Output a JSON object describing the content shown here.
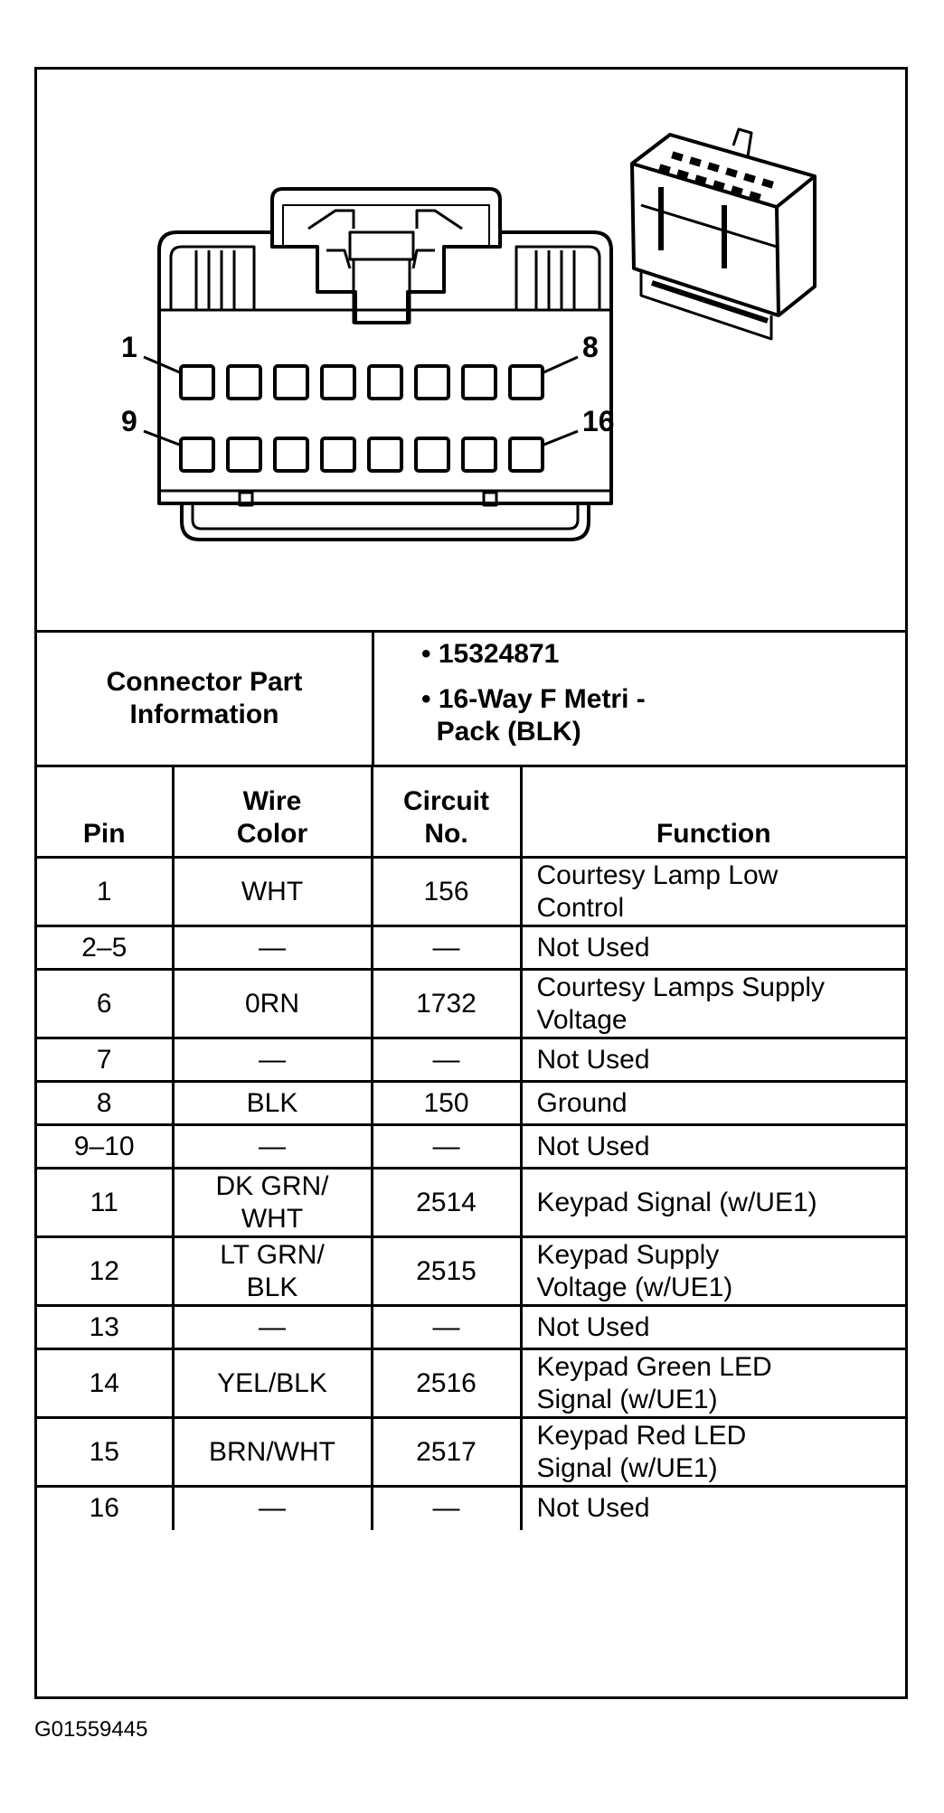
{
  "diagram": {
    "pin_labels": [
      "1",
      "8",
      "9",
      "16"
    ]
  },
  "part_info": {
    "label": "Connector Part\nInformation",
    "values": [
      "• 15324871",
      "• 16-Way F Metri -",
      "  Pack (BLK)"
    ]
  },
  "table": {
    "headers": {
      "pin": "Pin",
      "wire_color": "Wire\nColor",
      "circuit": "Circuit\nNo.",
      "function": "Function"
    },
    "rows": [
      {
        "pin": "1",
        "wire": "WHT",
        "circuit": "156",
        "function": "Courtesy Lamp Low\nControl"
      },
      {
        "pin": "2–5",
        "wire": "—",
        "circuit": "—",
        "function": "Not Used"
      },
      {
        "pin": "6",
        "wire": "0RN",
        "circuit": "1732",
        "function": "Courtesy Lamps Supply\nVoltage"
      },
      {
        "pin": "7",
        "wire": "—",
        "circuit": "—",
        "function": "Not Used"
      },
      {
        "pin": "8",
        "wire": "BLK",
        "circuit": "150",
        "function": "Ground"
      },
      {
        "pin": "9–10",
        "wire": "—",
        "circuit": "—",
        "function": "Not Used"
      },
      {
        "pin": "11",
        "wire": "DK GRN/\nWHT",
        "circuit": "2514",
        "function": "Keypad Signal (w/UE1)"
      },
      {
        "pin": "12",
        "wire": "LT GRN/\nBLK",
        "circuit": "2515",
        "function": "Keypad Supply\nVoltage (w/UE1)"
      },
      {
        "pin": "13",
        "wire": "—",
        "circuit": "—",
        "function": "Not Used"
      },
      {
        "pin": "14",
        "wire": "YEL/BLK",
        "circuit": "2516",
        "function": "Keypad Green LED\nSignal (w/UE1)"
      },
      {
        "pin": "15",
        "wire": "BRN/WHT",
        "circuit": "2517",
        "function": "Keypad Red LED\nSignal (w/UE1)"
      },
      {
        "pin": "16",
        "wire": "—",
        "circuit": "—",
        "function": "Not Used"
      }
    ]
  },
  "caption": "G01559445"
}
